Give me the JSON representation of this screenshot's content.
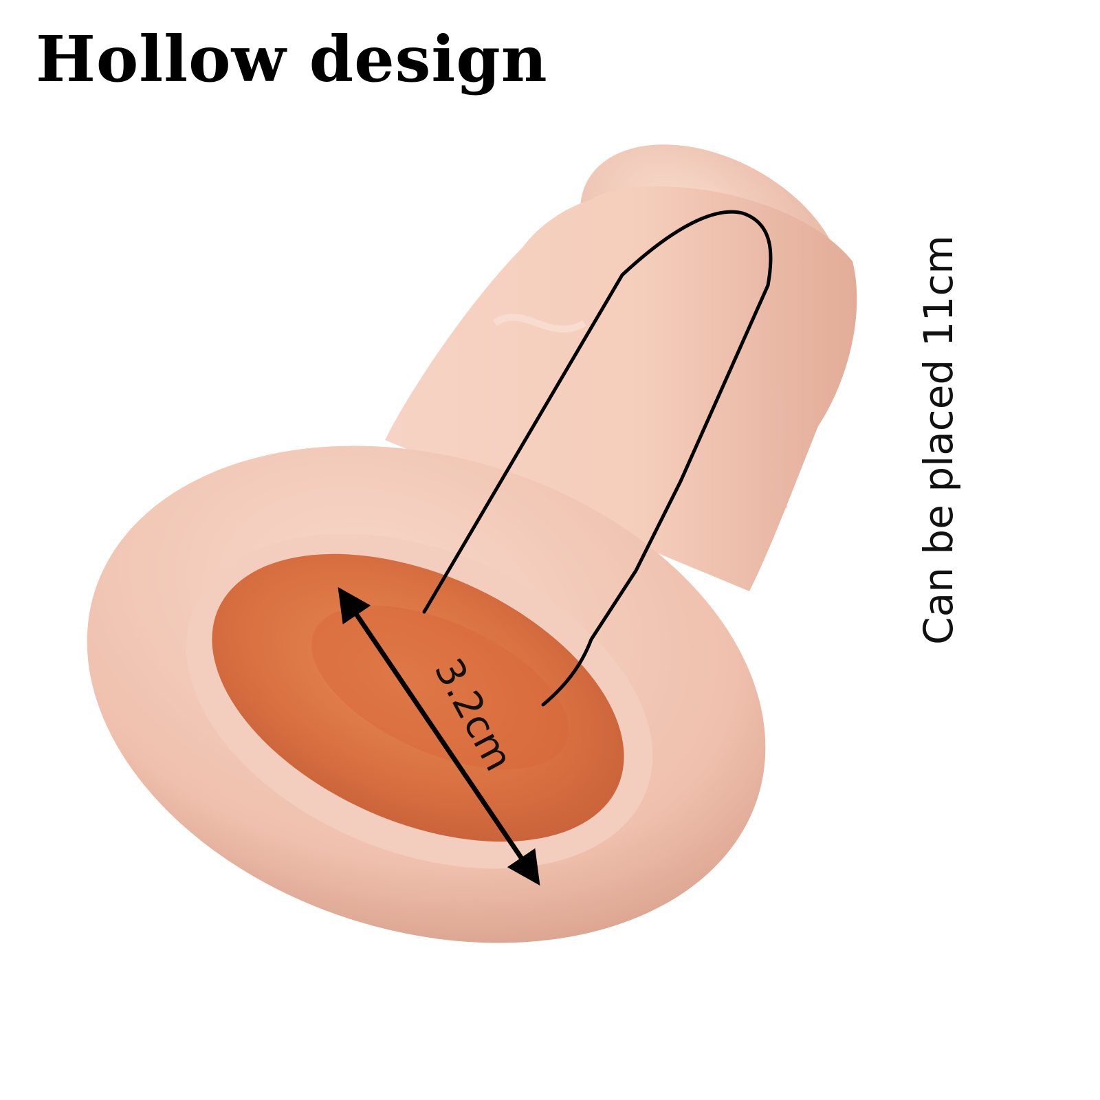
{
  "headline": "Hollow design",
  "annotations": {
    "length_label": "Can be placed 11cm",
    "diameter_label": "3.2cm"
  },
  "colors": {
    "skin": "#F2C7B5",
    "skin_shadow": "#D99E8C",
    "inner_opening": "#E07A48",
    "annotation_line": "#000000",
    "background": "#FFFFFF"
  }
}
